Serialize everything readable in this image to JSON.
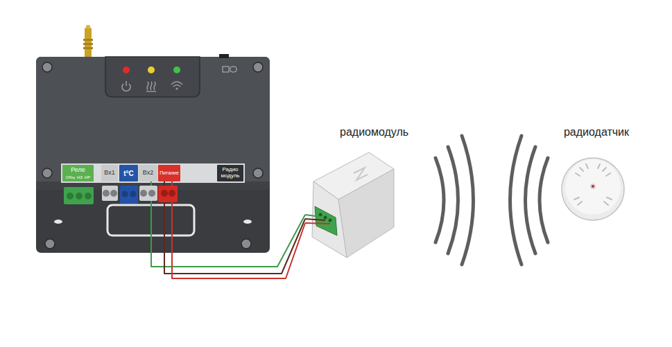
{
  "diagram": {
    "nodes": [
      {
        "text": [
          "Реле",
          "Общ",
          "НЗ",
          "НР"
        ]
      },
      {
        "text": [
          "Вх1"
        ]
      },
      {
        "text": [
          "t°C"
        ]
      },
      {
        "text": [
          "Вх2"
        ]
      },
      {
        "text": [
          "Питание"
        ]
      },
      {
        "text": [
          "Радио модуль"
        ]
      },
      {
        "text": [
          "радиомодуль"
        ]
      },
      {
        "text": [
          "радиодатчик"
        ]
      }
    ],
    "edges": [
      {
        "from": 3,
        "to": 6,
        "arrow": "none"
      },
      {
        "from": 4,
        "to": 6,
        "arrow": "none"
      },
      {
        "from": 4,
        "to": 6,
        "arrow": "none"
      }
    ]
  }
}
